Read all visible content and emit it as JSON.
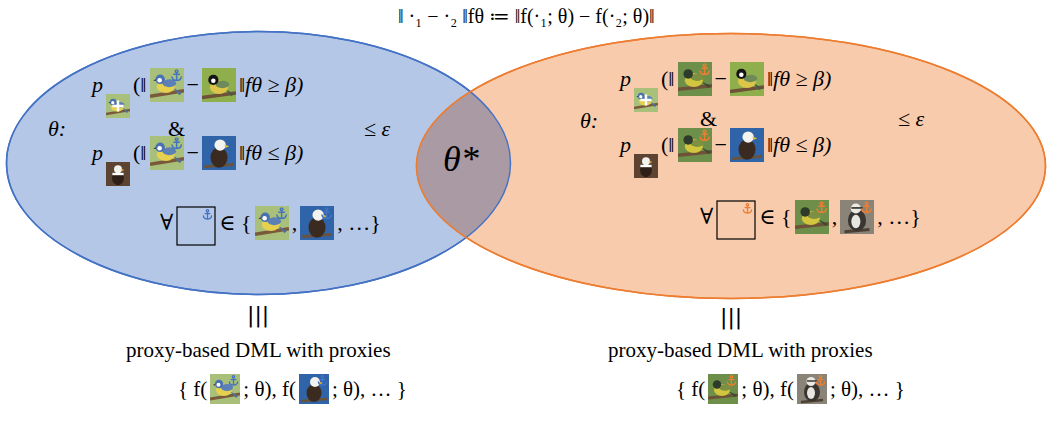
{
  "diagram": {
    "nodes": [
      {
        "text": [
          "θ:",
          "p",
          "(‖",
          "−",
          "‖fθ ≥ β)",
          "&",
          "p",
          "(‖",
          "−",
          "‖fθ ≤ β)",
          "≤ ε",
          "∀",
          "∈ {",
          ",",
          ", …}"
        ]
      },
      {
        "text": [
          "θ:",
          "p",
          "(‖",
          "−",
          "‖fθ ≥ β)",
          "&",
          "p",
          "(‖",
          "−",
          "‖fθ ≤ β)",
          "≤ ε",
          "∀",
          "∈ {",
          ",",
          ", …}"
        ]
      }
    ],
    "labels": [
      "‖ ·₁ − ·₂ ‖fθ ≔ ‖f(·₁; θ) − f(·₂; θ)‖",
      "θ*",
      "|||",
      "|||",
      "proxy-based DML with proxies",
      "proxy-based DML with proxies",
      "{ f(",
      "; θ), f(",
      "; θ), … }",
      "{ f(",
      "; θ), f(",
      "; θ), … }"
    ]
  }
}
